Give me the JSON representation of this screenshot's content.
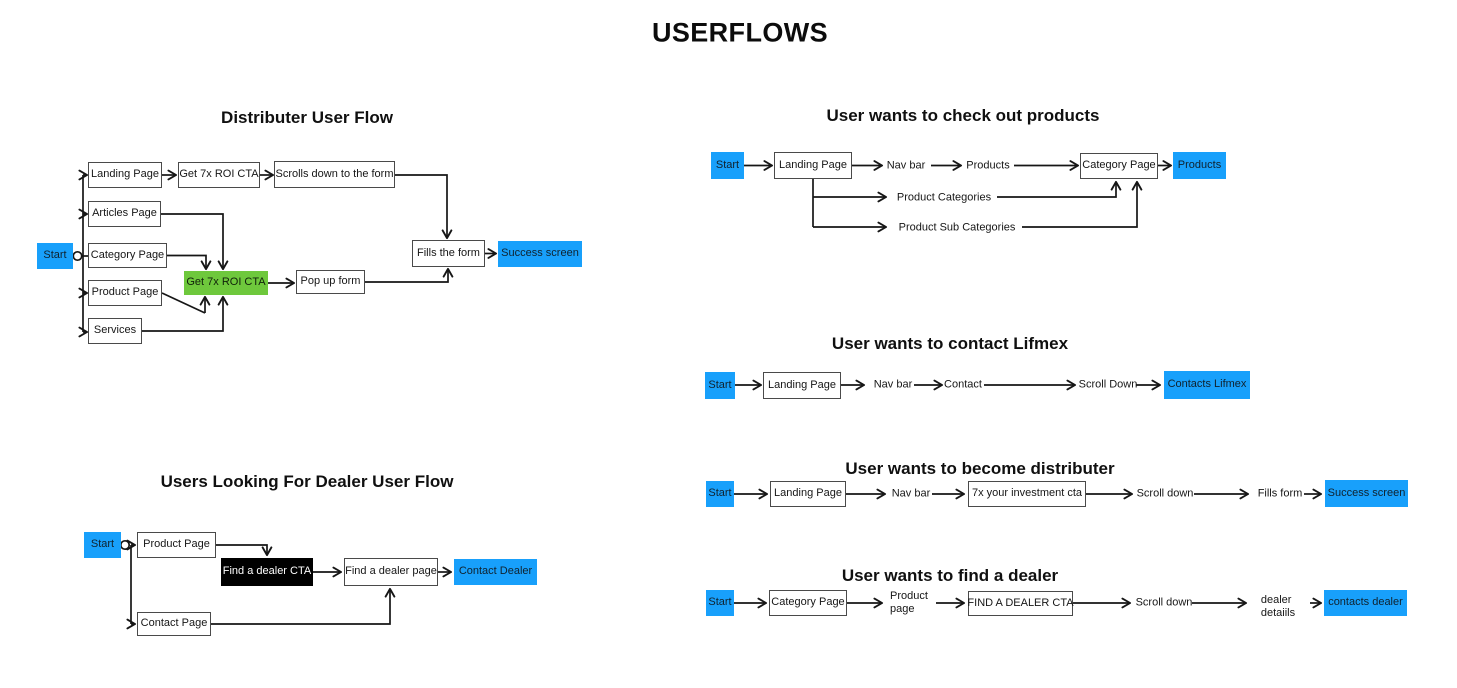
{
  "page_title": "USERFLOWS",
  "colors": {
    "node_blue": "#18A0FB",
    "node_green": "#6EC83C",
    "node_black": "#000000",
    "line_black": "#161616"
  },
  "flows": {
    "distributer": {
      "title": "Distributer User Flow",
      "nodes": {
        "start": "Start",
        "landing_page": "Landing Page",
        "roi_cta": "Get 7x ROI CTA",
        "scrolls_down": "Scrolls down to the form",
        "articles_page": "Articles Page",
        "category_page": "Category Page",
        "green_cta": "Get 7x ROI CTA",
        "product_page": "Product Page",
        "services": "Services",
        "popup_form": "Pop up form",
        "fills_form": "Fills the form",
        "success": "Success screen"
      }
    },
    "checkout_products": {
      "title": "User wants to check out products",
      "nodes": {
        "start": "Start",
        "landing_page": "Landing Page",
        "nav_bar": "Nav bar",
        "products": "Products",
        "category_page": "Category Page",
        "products_end": "Products",
        "product_categories": "Product Categories",
        "product_sub_categories": "Product Sub Categories"
      }
    },
    "contact_lifmex": {
      "title": "User wants to contact Lifmex",
      "nodes": {
        "start": "Start",
        "landing_page": "Landing Page",
        "nav_bar": "Nav bar",
        "contact": "Contact",
        "scroll_down": "Scroll Down",
        "contacts_lifmex": "Contacts Lifmex"
      }
    },
    "become_distributer": {
      "title": "User wants to become distributer",
      "nodes": {
        "start": "Start",
        "landing_page": "Landing Page",
        "nav_bar": "Nav bar",
        "investment_cta": "7x your investment cta",
        "scroll_down": "Scroll down",
        "fills_form": "Fills form",
        "success": "Success screen"
      }
    },
    "find_dealer": {
      "title": "User wants to find a dealer",
      "nodes": {
        "start": "Start",
        "category_page": "Category Page",
        "product_page": "Product\npage",
        "dealer_cta": "FIND A DEALER CTA",
        "scroll_down": "Scroll down",
        "dealer_details": "dealer\ndetaiils",
        "contacts_dealer": "contacts dealer"
      }
    },
    "dealer_flow": {
      "title": "Users Looking For Dealer User Flow",
      "nodes": {
        "start": "Start",
        "product_page": "Product Page",
        "dealer_cta": "Find a dealer CTA",
        "dealer_page": "Find a dealer page",
        "contact_dealer": "Contact Dealer",
        "contact_page": "Contact Page"
      }
    }
  }
}
